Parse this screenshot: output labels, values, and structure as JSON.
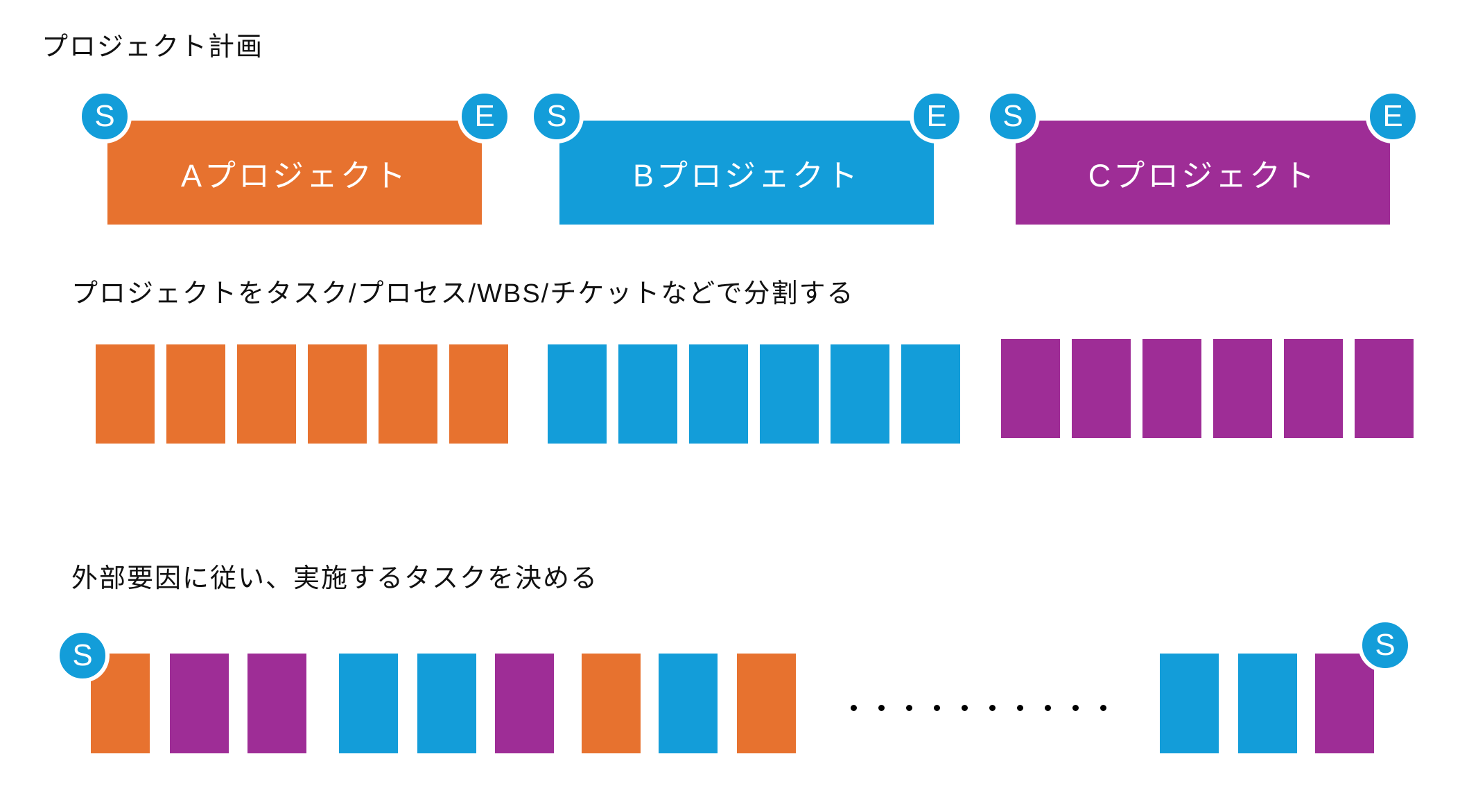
{
  "title": "プロジェクト計画",
  "colors": {
    "orange": "#E7722F",
    "blue": "#139DD9",
    "purple": "#9E2D96",
    "marker_blue": "#139DD9",
    "label_text": "#111111",
    "bar_text": "#FFFFFF",
    "dot": "#000000"
  },
  "markers": {
    "start": "S",
    "end": "E"
  },
  "projects": [
    {
      "label": "Aプロジェクト",
      "color": "orange"
    },
    {
      "label": "Bプロジェクト",
      "color": "blue"
    },
    {
      "label": "Cプロジェクト",
      "color": "purple"
    }
  ],
  "sections": [
    {
      "label": "プロジェクトをタスク/プロセス/WBS/チケットなどで分割する"
    },
    {
      "label": "外部要因に従い、実施するタスクを決める"
    }
  ],
  "split_row": {
    "groups": [
      {
        "color": "orange",
        "count": 6
      },
      {
        "color": "blue",
        "count": 6
      },
      {
        "color": "purple",
        "count": 6
      }
    ]
  },
  "selected_row": {
    "left_blocks": [
      "orange",
      "purple",
      "purple",
      "blue",
      "blue",
      "purple",
      "orange",
      "blue",
      "orange"
    ],
    "ellipsis_dots": 10,
    "right_blocks": [
      "blue",
      "blue",
      "purple"
    ]
  }
}
